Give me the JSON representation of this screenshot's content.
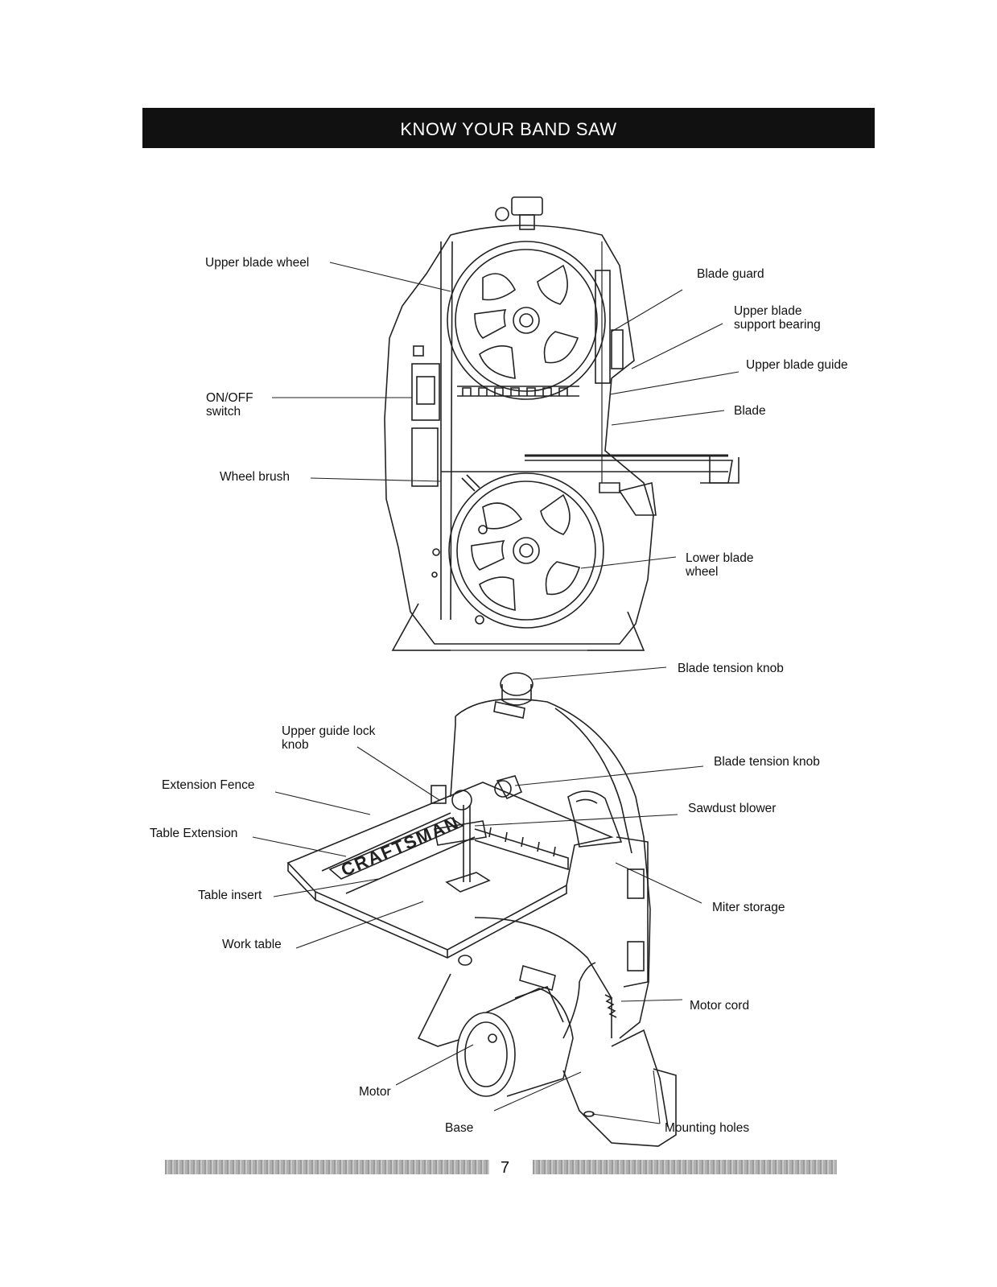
{
  "header": {
    "title": "KNOW YOUR BAND SAW"
  },
  "top_view": {
    "labels": {
      "upper_blade_wheel": "Upper blade wheel",
      "blade_guard": "Blade guard",
      "upper_blade_support_bearing": "Upper blade\nsupport bearing",
      "upper_blade_guide": "Upper blade guide",
      "on_off_switch": "ON/OFF\nswitch",
      "blade": "Blade",
      "wheel_brush": "Wheel brush",
      "lower_blade_wheel": "Lower blade\nwheel"
    }
  },
  "bottom_view": {
    "labels": {
      "blade_tension_knob_1": "Blade tension knob",
      "upper_guide_lock_knob": "Upper guide lock\nknob",
      "blade_tension_knob_2": "Blade tension knob",
      "extension_fence": "Extension Fence",
      "sawdust_blower": "Sawdust blower",
      "table_extension": "Table Extension",
      "table_insert": "Table insert",
      "miter_storage": "Miter storage",
      "work_table": "Work table",
      "motor_cord": "Motor cord",
      "motor": "Motor",
      "base": "Base",
      "mounting_holes": "Mounting holes"
    },
    "table_brand": "CRAFTSMAN"
  },
  "footer": {
    "page_number": "7"
  }
}
